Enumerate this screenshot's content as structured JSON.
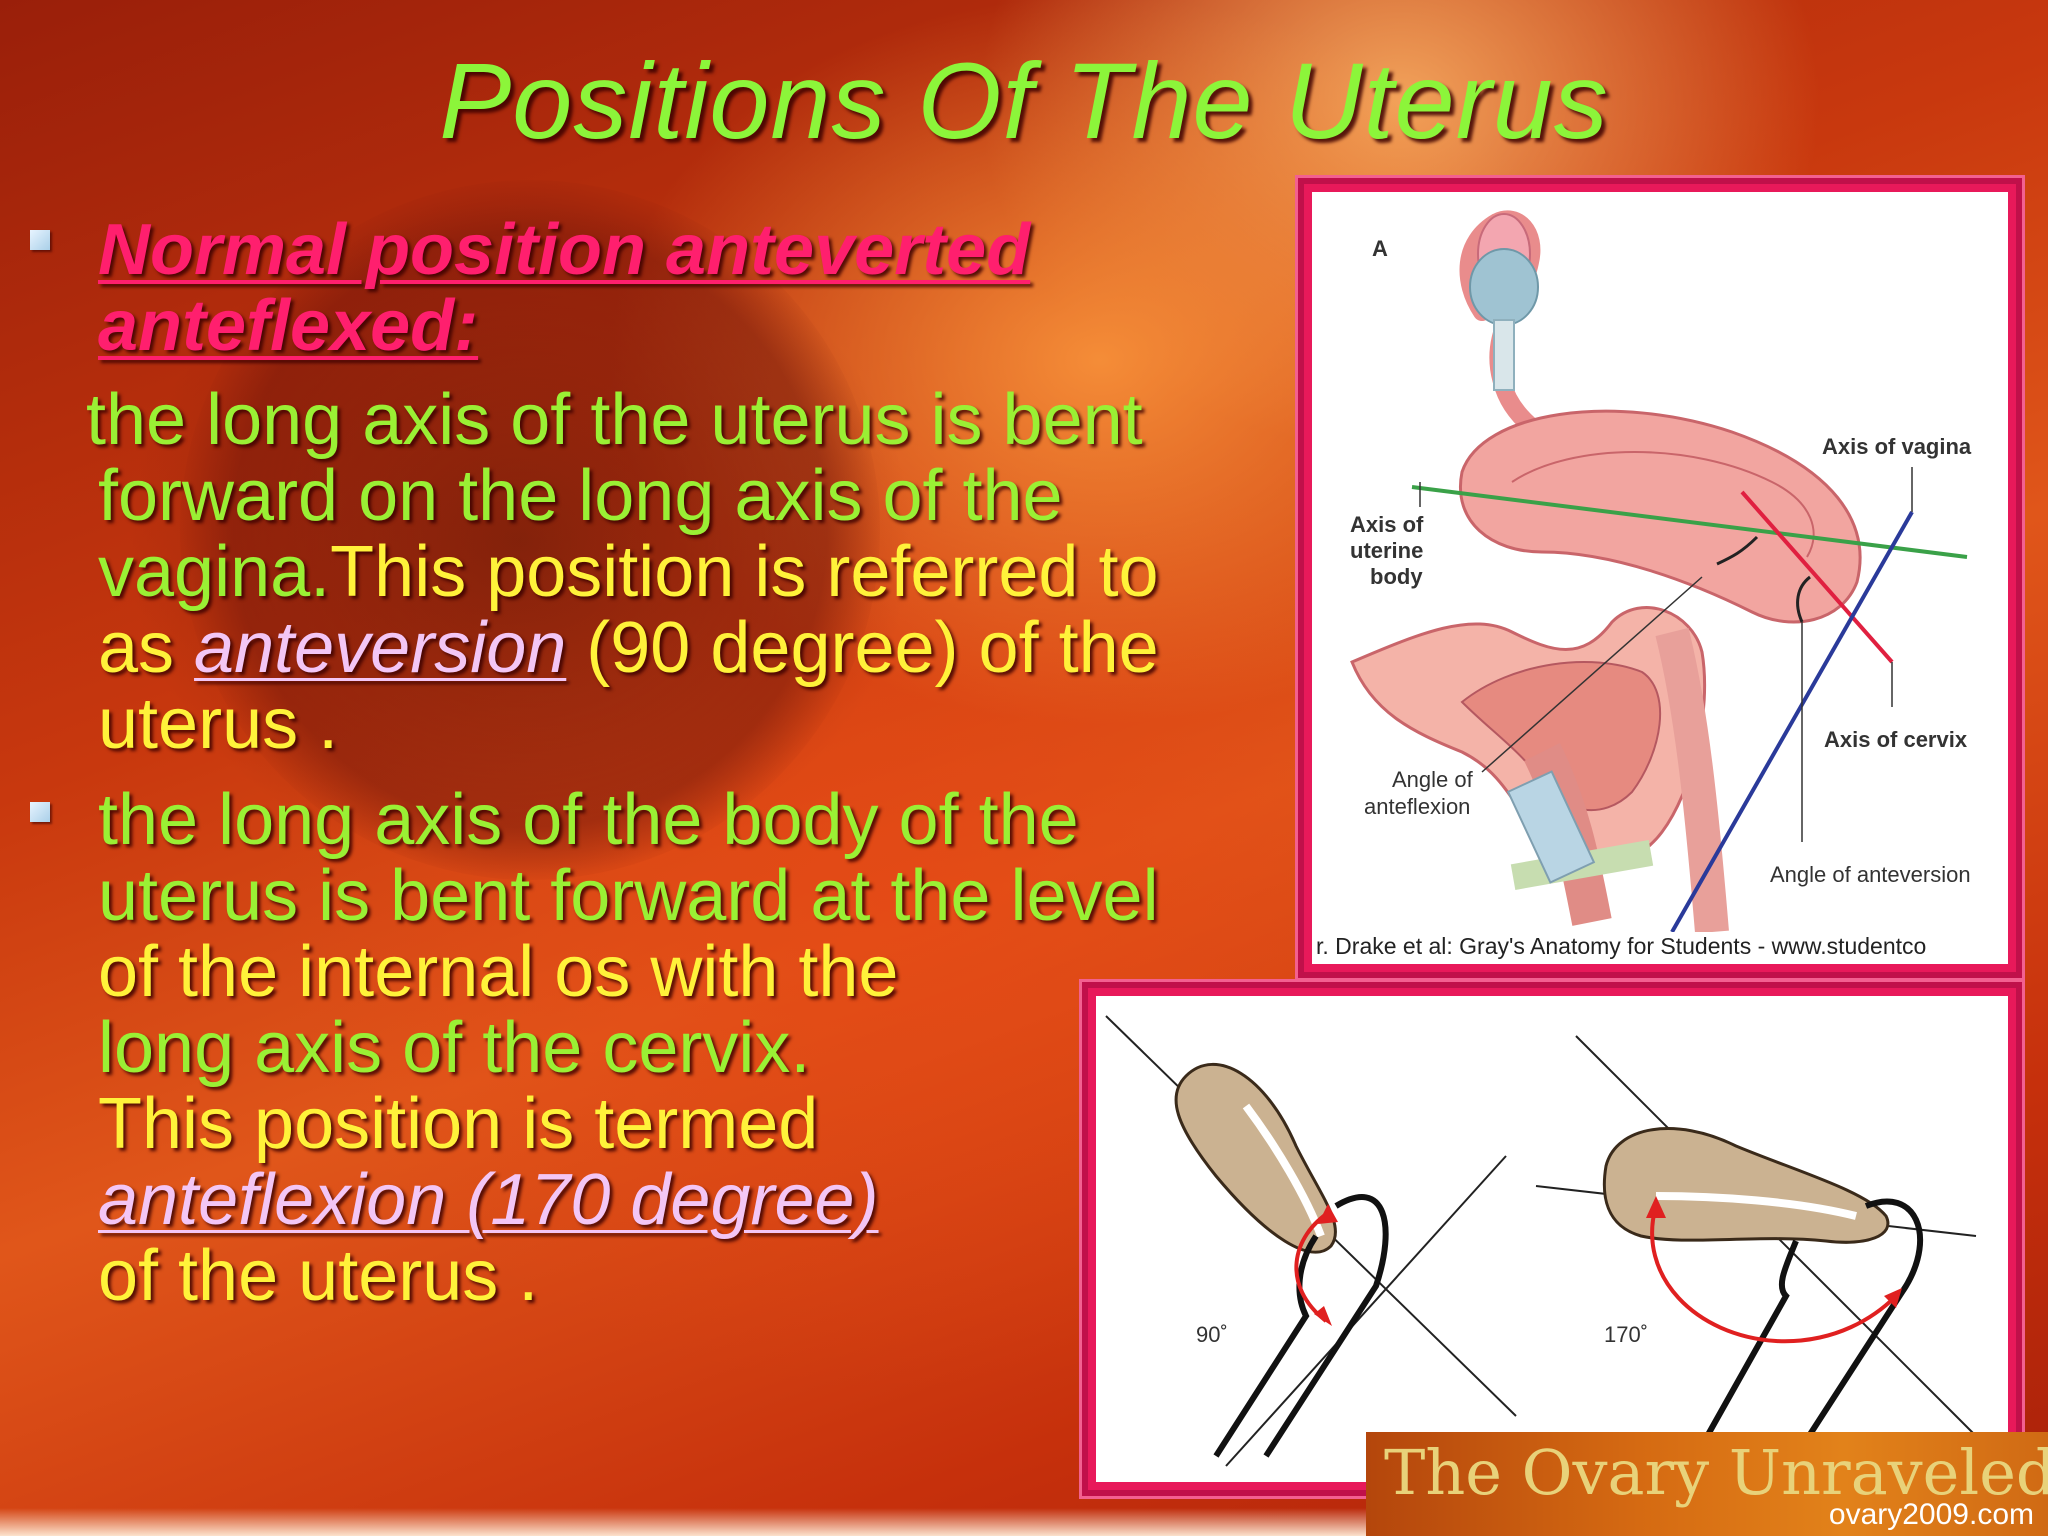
{
  "slide": {
    "title": "Positions Of The Uterus",
    "bullet1": {
      "heading_line1": "Normal position anteverted",
      "heading_line2": "anteflexed:",
      "body_line1": "the long axis of the uterus is bent",
      "body_line2": "forward on the long axis of the",
      "body_line3_a": "vagina.",
      "body_line3_b": "This position is referred to",
      "body_line4_a": "as ",
      "body_line4_link": "anteversion",
      "body_line4_b": " (90 degree) of the",
      "body_line5": "uterus ."
    },
    "bullet2": {
      "line1": "the long axis of the body of the",
      "line2": "uterus is bent forward at the level",
      "line3": "of the internal os with the",
      "line4": "long axis of the cervix.",
      "line5": "This position is termed",
      "line6_link": "anteflexion (170 degree)",
      "line7": "of the uterus ."
    }
  },
  "figure_a": {
    "panel_letter": "A",
    "label_axis_vagina": "Axis of vagina",
    "label_axis_uterine_1": "Axis of",
    "label_axis_uterine_2": "uterine",
    "label_axis_uterine_3": "body",
    "label_axis_cervix": "Axis of cervix",
    "label_angle_anteflexion_1": "Angle of",
    "label_angle_anteflexion_2": "anteflexion",
    "label_angle_anteversion": "Angle of anteversion",
    "caption": "r. Drake et al: Gray's Anatomy for Students - www.studentco"
  },
  "figure_b": {
    "angle_left": "90˚",
    "angle_right": "170˚"
  },
  "logo": {
    "title": "The Ovary Unraveled",
    "url": "ovary2009.com"
  },
  "colors": {
    "title": "#8cf53a",
    "heading": "#ff1f6e",
    "text_green": "#9af034",
    "text_yellow": "#fff23a",
    "frame": "#e8195a"
  }
}
